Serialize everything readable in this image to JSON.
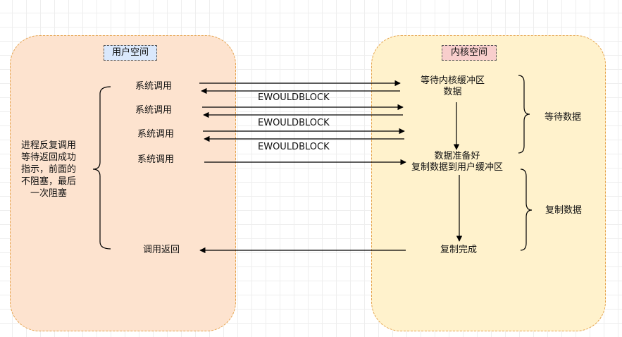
{
  "user_space": {
    "title": "用户空间",
    "syscalls": [
      "系统调用",
      "系统调用",
      "系统调用",
      "系统调用"
    ],
    "description": "进程反复调用\n等待返回成功\n指示，前面的\n不阻塞，最后\n一次阻塞",
    "call_return": "调用返回"
  },
  "kernel_space": {
    "title": "内核空间",
    "wait_buffer": "等待内核缓冲区\n数据",
    "data_ready": "数据准备好\n复制数据到用户缓冲区",
    "copy_done": "复制完成",
    "wait_data": "等待数据",
    "copy_data": "复制数据"
  },
  "errors": [
    "EWOULDBLOCK",
    "EWOULDBLOCK",
    "EWOULDBLOCK"
  ]
}
